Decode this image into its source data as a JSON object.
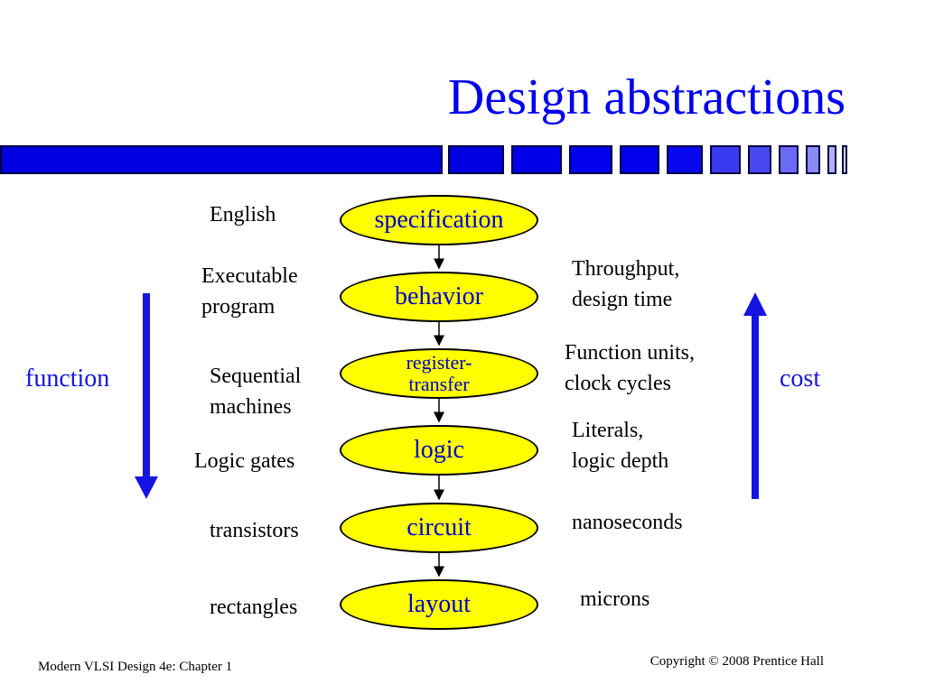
{
  "slide": {
    "title": "Design abstractions",
    "accent_color": "#0000ee",
    "node_fill": "#ffff00"
  },
  "levels": [
    {
      "node": "specification",
      "left": [
        "English"
      ],
      "right": []
    },
    {
      "node": "behavior",
      "left": [
        "Executable",
        "program"
      ],
      "right": [
        "Throughput,",
        "design time"
      ]
    },
    {
      "node": "register-transfer",
      "node_lines": [
        "register-",
        "transfer"
      ],
      "left": [
        "Sequential",
        "machines"
      ],
      "right": [
        "Function units,",
        "clock cycles"
      ]
    },
    {
      "node": "logic",
      "left": [
        "Logic gates"
      ],
      "right": [
        "Literals,",
        "logic depth"
      ]
    },
    {
      "node": "circuit",
      "left": [
        "transistors"
      ],
      "right": [
        "nanoseconds"
      ]
    },
    {
      "node": "layout",
      "left": [
        "rectangles"
      ],
      "right": [
        "microns"
      ]
    }
  ],
  "side_labels": {
    "function": "function",
    "function_direction": "down",
    "cost": "cost",
    "cost_direction": "up"
  },
  "footer": {
    "left": "Modern VLSI Design 4e: Chapter 1",
    "right": "Copyright © 2008 Prentice Hall"
  }
}
